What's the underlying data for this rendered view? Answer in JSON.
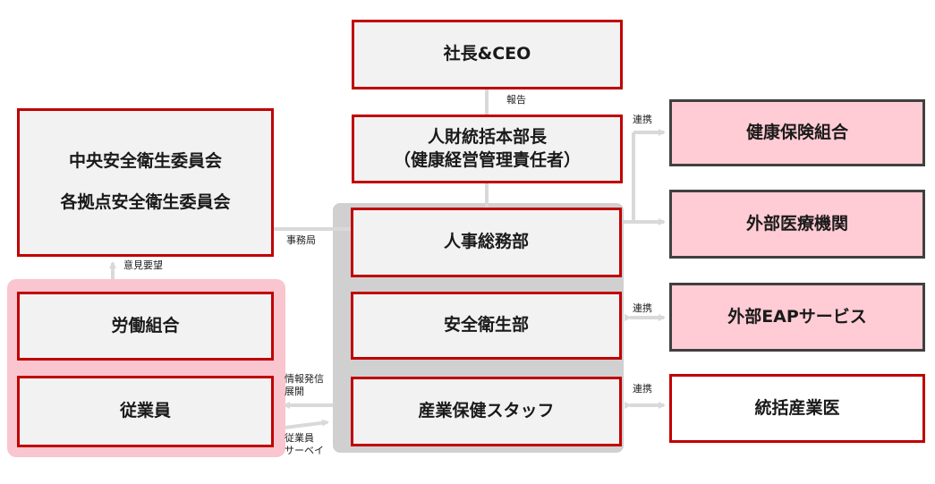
{
  "boxes": {
    "ceo": "社長&CEO",
    "hr_head_line1": "人財統括本部長",
    "hr_head_line2": "（健康経営管理責任者）",
    "committee_line1": "中央安全衛生委員会",
    "committee_line2": "各拠点安全衛生委員会",
    "general_affairs": "人事総務部",
    "safety_health": "安全衛生部",
    "health_staff": "産業保健スタッフ",
    "labor_union": "労働組合",
    "employees": "従業員",
    "health_insurance": "健康保険組合",
    "external_medical": "外部医療機関",
    "external_eap": "外部EAPサービス",
    "chief_physician": "統括産業医"
  },
  "labels": {
    "report": "報告",
    "secretariat": "事務局",
    "opinion": "意見要望",
    "info_line1": "情報発信",
    "info_line2": "展開",
    "survey_line1": "従業員",
    "survey_line2": "サーベイ",
    "coop_1": "連携",
    "coop_2": "連携",
    "coop_3": "連携"
  },
  "colors": {
    "accent_red": "#c00000",
    "box_gray": "#f2f2f2",
    "pink": "#ffccd5",
    "group_gray": "#d0d0d0",
    "group_pink": "#f9c5cf",
    "connector": "#d9d9d9"
  }
}
